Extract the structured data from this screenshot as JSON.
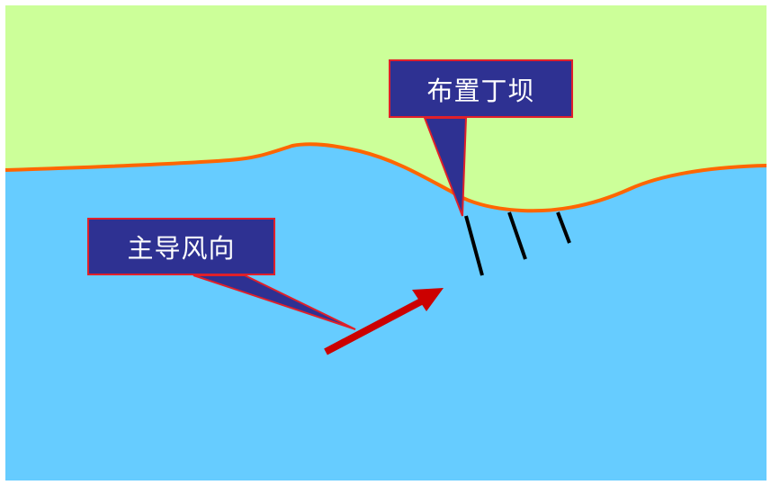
{
  "labels": {
    "groyne_label": "布置丁坝",
    "wind_label": "主导风向"
  },
  "colors": {
    "land": "#ccff99",
    "water": "#66ccff",
    "shoreline": "#ff6600",
    "callout_fill": "#2e3192",
    "callout_border": "#e0202a",
    "arrow": "#cc0000",
    "groyne": "#000000"
  },
  "elements": {
    "groynes_count": 3
  }
}
